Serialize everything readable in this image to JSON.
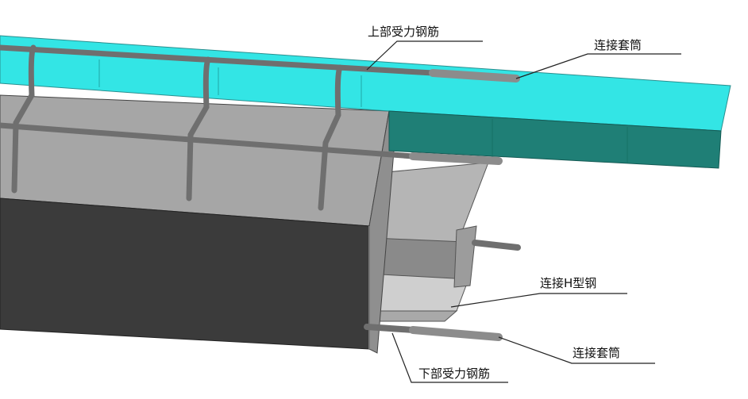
{
  "labels": {
    "upper_rebar": "上部受力钢筋",
    "upper_sleeve": "连接套筒",
    "h_steel": "连接H型钢",
    "lower_sleeve": "连接套筒",
    "lower_rebar": "下部受力钢筋"
  },
  "colors": {
    "background": "#ffffff",
    "slab_top": "#33e5e5",
    "slab_side": "#1f7f76",
    "beam_side_dark": "#3b3b3b",
    "beam_top_grey": "#a6a6a6",
    "steel_light": "#c9c9c9",
    "steel_mid": "#9a9a9a",
    "rebar": "#6f6f6f",
    "leader": "#222222"
  }
}
